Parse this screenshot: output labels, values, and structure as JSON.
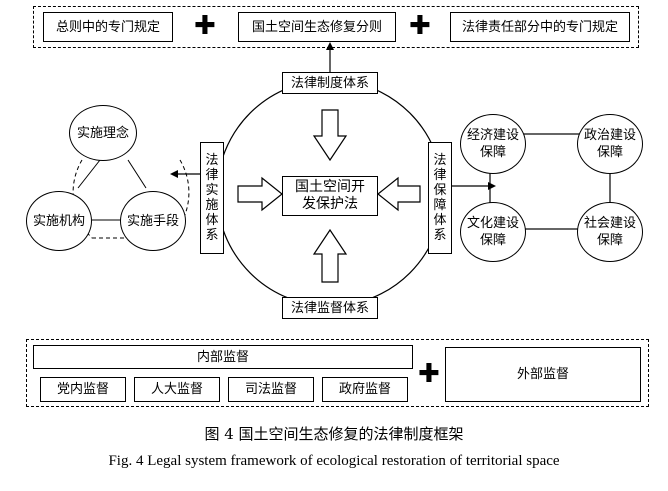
{
  "top": {
    "items": [
      "总则中的专门规定",
      "国土空间生态修复分则",
      "法律责任部分中的专门规定"
    ]
  },
  "center": {
    "core": "国土空间开发保护法",
    "top_label": "法律制度体系",
    "bottom_label": "法律监督体系",
    "left_label": "法律实施体系",
    "right_label": "法律保障体系"
  },
  "left_group": {
    "top": "实施理念",
    "left": "实施机构",
    "right": "实施手段"
  },
  "right_group": {
    "items": [
      "经济建设保障",
      "政治建设保障",
      "文化建设保障",
      "社会建设保障"
    ]
  },
  "bottom": {
    "internal_title": "内部监督",
    "internal_items": [
      "党内监督",
      "人大监督",
      "司法监督",
      "政府监督"
    ],
    "external": "外部监督"
  },
  "caption": {
    "cn": "图 4   国土空间生态修复的法律制度框架",
    "en": "Fig. 4 Legal system framework of ecological restoration of territorial space"
  }
}
